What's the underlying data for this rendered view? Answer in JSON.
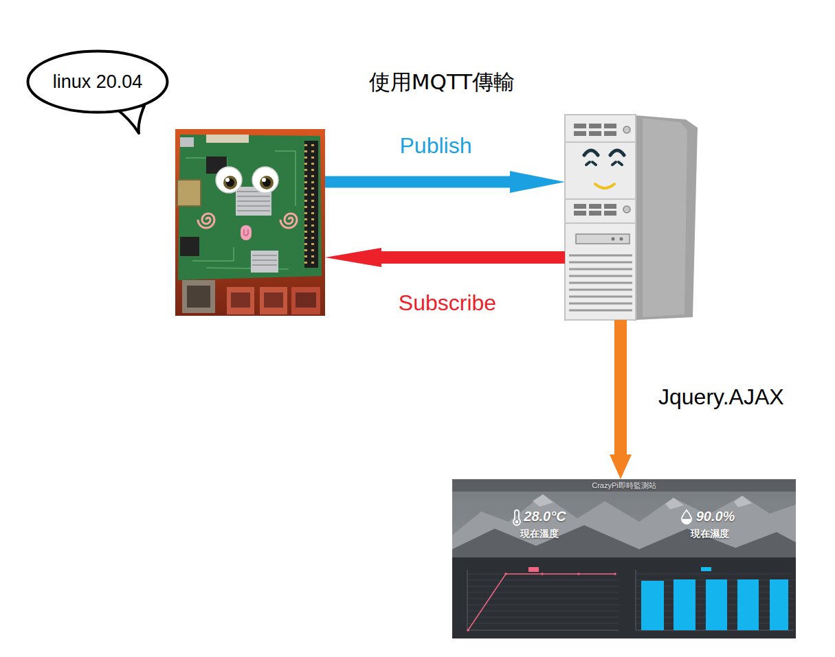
{
  "diagram": {
    "title": "使用MQTT傳輸",
    "nodes": [
      {
        "text": [
          "linux 20.04"
        ]
      },
      {
        "text": []
      },
      {
        "text": []
      },
      {
        "text": [
          "CrazyPi即時監測站"
        ]
      },
      {
        "text": [
          "28.0°C",
          "現在溫度"
        ],
        "in": 3
      },
      {
        "text": [
          "90.0%",
          "現在濕度"
        ],
        "in": 3
      }
    ],
    "edges": [
      {
        "from": 1,
        "to": 2,
        "label": "Publish",
        "arrow": "to"
      },
      {
        "from": 2,
        "to": 1,
        "label": "Subscribe",
        "arrow": "to"
      },
      {
        "from": 2,
        "to": 3,
        "label": "Jquery.AJAX",
        "arrow": "to"
      }
    ]
  }
}
